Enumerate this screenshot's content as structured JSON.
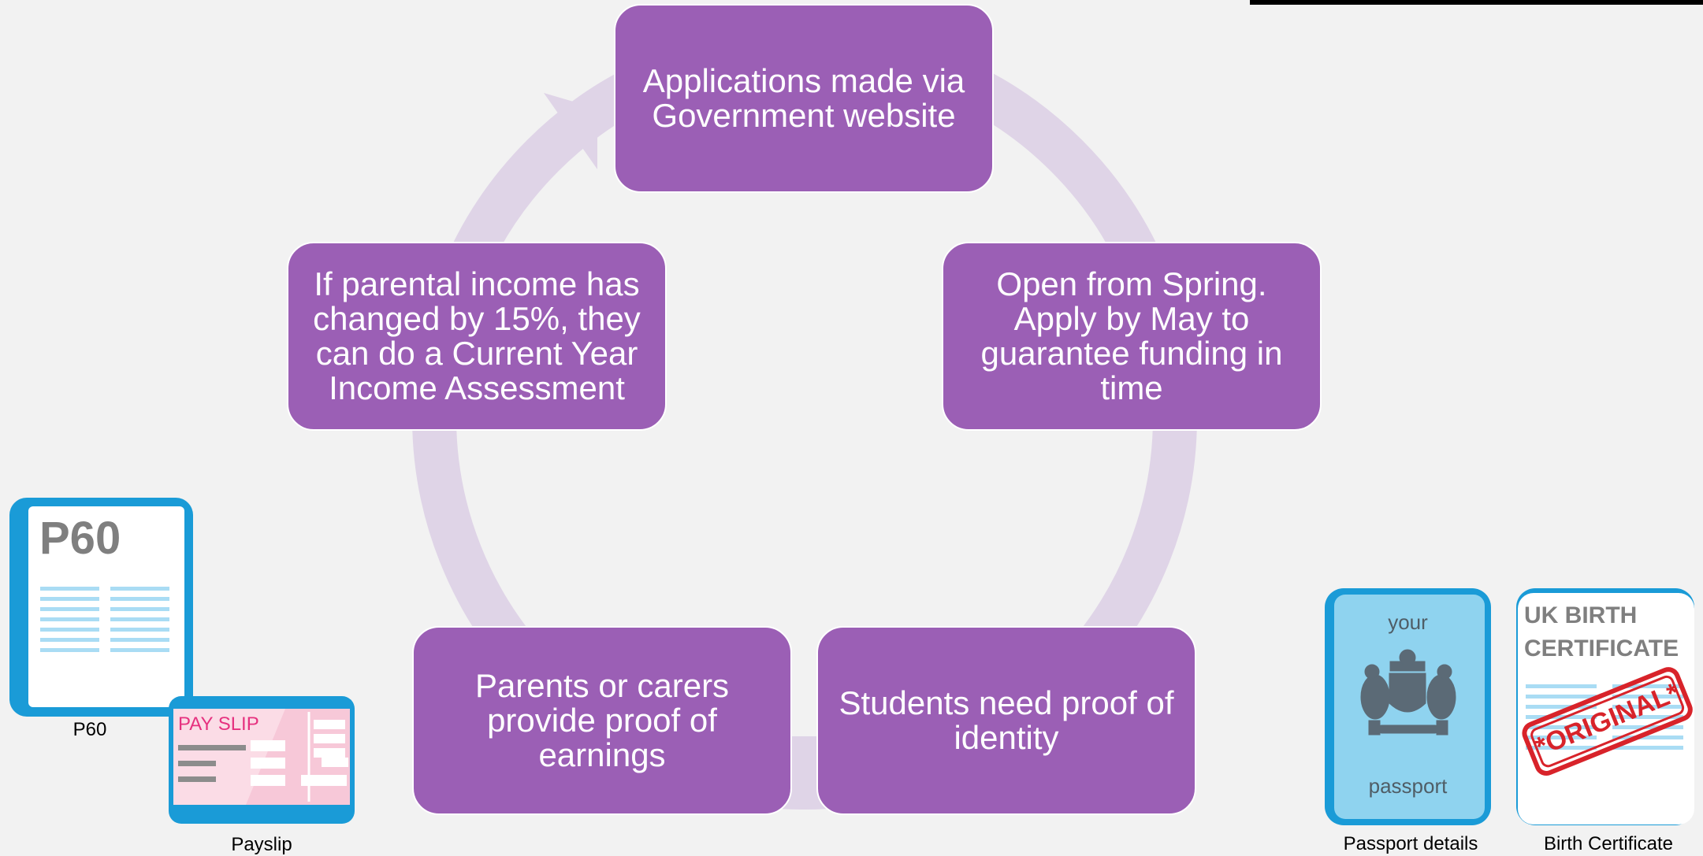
{
  "cycle": {
    "steps": [
      {
        "text": "Applications made via Government website"
      },
      {
        "text": "Open from Spring. Apply by May to guarantee funding in time"
      },
      {
        "text": "Students need proof of identity"
      },
      {
        "text": "Parents or carers provide proof of earnings"
      },
      {
        "text": "If parental income has changed by 15%, they can do a Current Year Income Assessment"
      }
    ]
  },
  "documents": {
    "p60": {
      "heading": "P60",
      "caption": "P60"
    },
    "payslip": {
      "heading": "PAY SLIP",
      "caption": "Payslip"
    },
    "passport": {
      "top": "your",
      "bottom": "passport",
      "caption": "Passport details"
    },
    "birth": {
      "heading_line1": "UK BIRTH",
      "heading_line2": "CERTIFICATE",
      "stamp": "*ORIGINAL*",
      "caption": "Birth Certificate"
    }
  },
  "colors": {
    "box_fill": "#9b5fb5",
    "ring": "#dfd4e7",
    "doc_blue": "#1a9bd7",
    "doc_lines": "#a9dcf4",
    "stamp_red": "#d8232a"
  }
}
